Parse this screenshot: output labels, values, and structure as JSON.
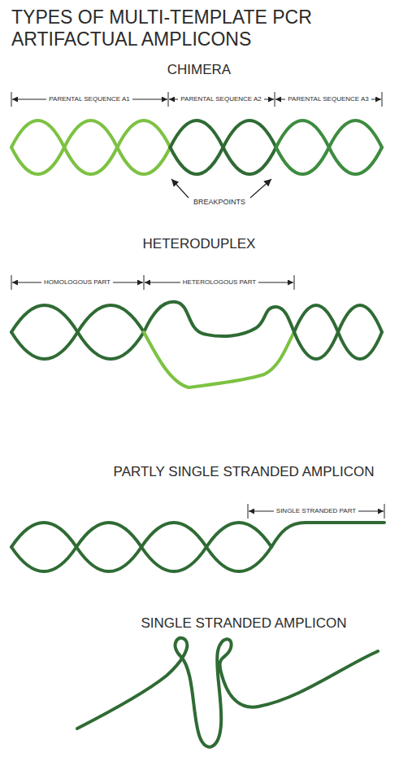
{
  "diagram": {
    "title": "TYPES OF MULTI-TEMPLATE PCR ARTIFACTUAL AMPLICONS",
    "labels": [
      "CHIMERA",
      "PARENTAL SEQUENCE A1",
      "PARENTAL SEQUENCE A2",
      "PARENTAL SEQUENCE A3",
      "BREAKPOINTS",
      "HETERODUPLEX",
      "HOMOLOGOUS PART",
      "HETEROLOGOUS PART",
      "PARTLY SINGLE STRANDED AMPLICON",
      "SINGLE STRANDED PART",
      "SINGLE STRANDED AMPLICON"
    ]
  }
}
